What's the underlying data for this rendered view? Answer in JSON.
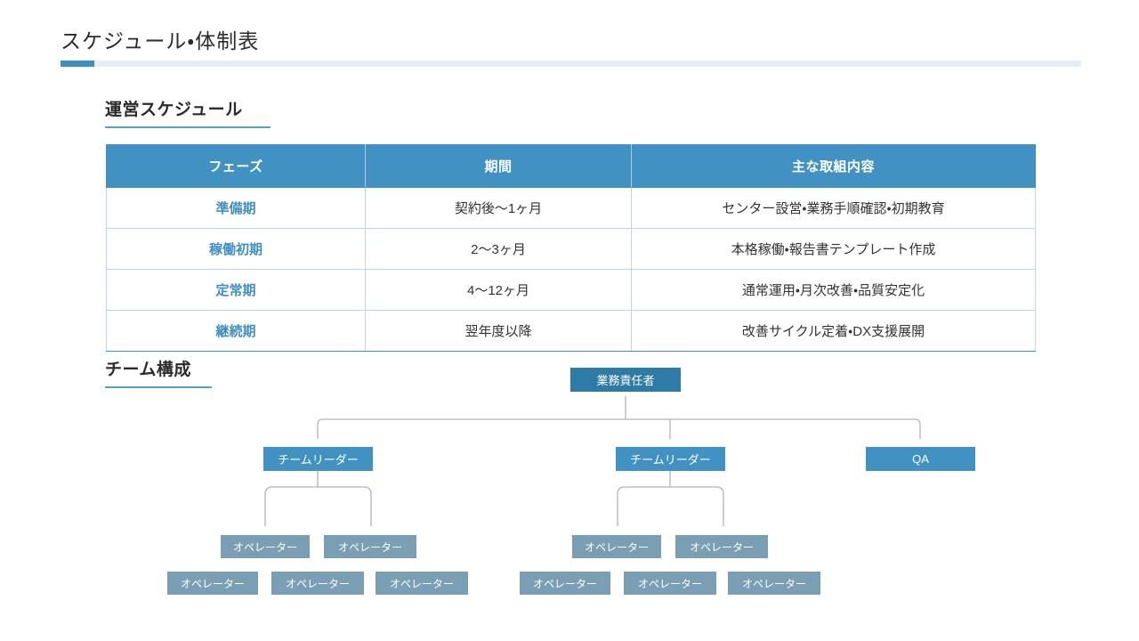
{
  "header": {
    "title": "スケジュール・体制表",
    "accent_color": "#3d8fbf",
    "rule_color": "#e3eef5"
  },
  "sections": {
    "schedule_heading": "運営スケジュール",
    "team_heading": "チーム構成"
  },
  "table": {
    "header_bg": "#4192c3",
    "border_color": "#b9d9ea",
    "phase_text_color": "#3f8fc0",
    "columns": [
      "フェーズ",
      "期間",
      "主な取組内容"
    ],
    "rows": [
      {
        "phase": "準備期",
        "period": "契約後〜1ヶ月",
        "content": "センター設営・業務手順確認・初期教育"
      },
      {
        "phase": "稼働初期",
        "period": "2〜3ヶ月",
        "content": "本格稼働・報告書テンプレート作成"
      },
      {
        "phase": "定常期",
        "period": "4〜12ヶ月",
        "content": "通常運用・月次改善・品質安定化"
      },
      {
        "phase": "継続期",
        "period": "翌年度以降",
        "content": "改善サイクル定着・DX支援展開"
      }
    ]
  },
  "org_chart": {
    "line_color": "#b0b5b9",
    "root": {
      "label": "業務責任者",
      "color": "#2d7ba6"
    },
    "leads": [
      {
        "label": "チームリーダー",
        "color": "#4192c3"
      },
      {
        "label": "チームリーダー",
        "color": "#4192c3"
      },
      {
        "label": "QA",
        "color": "#4192c3"
      }
    ],
    "operators_mid": [
      {
        "label": "オペレーター",
        "color": "#7a9fb5"
      },
      {
        "label": "オペレーター",
        "color": "#7a9fb5"
      },
      {
        "label": "オペレーター",
        "color": "#7a9fb5"
      },
      {
        "label": "オペレーター",
        "color": "#7a9fb5"
      }
    ],
    "operators_bottom": [
      {
        "label": "オペレーター",
        "color": "#7a9fb5"
      },
      {
        "label": "オペレーター",
        "color": "#7a9fb5"
      },
      {
        "label": "オペレーター",
        "color": "#7a9fb5"
      },
      {
        "label": "オペレーター",
        "color": "#7a9fb5"
      },
      {
        "label": "オペレーター",
        "color": "#7a9fb5"
      },
      {
        "label": "オペレーター",
        "color": "#7a9fb5"
      }
    ]
  }
}
